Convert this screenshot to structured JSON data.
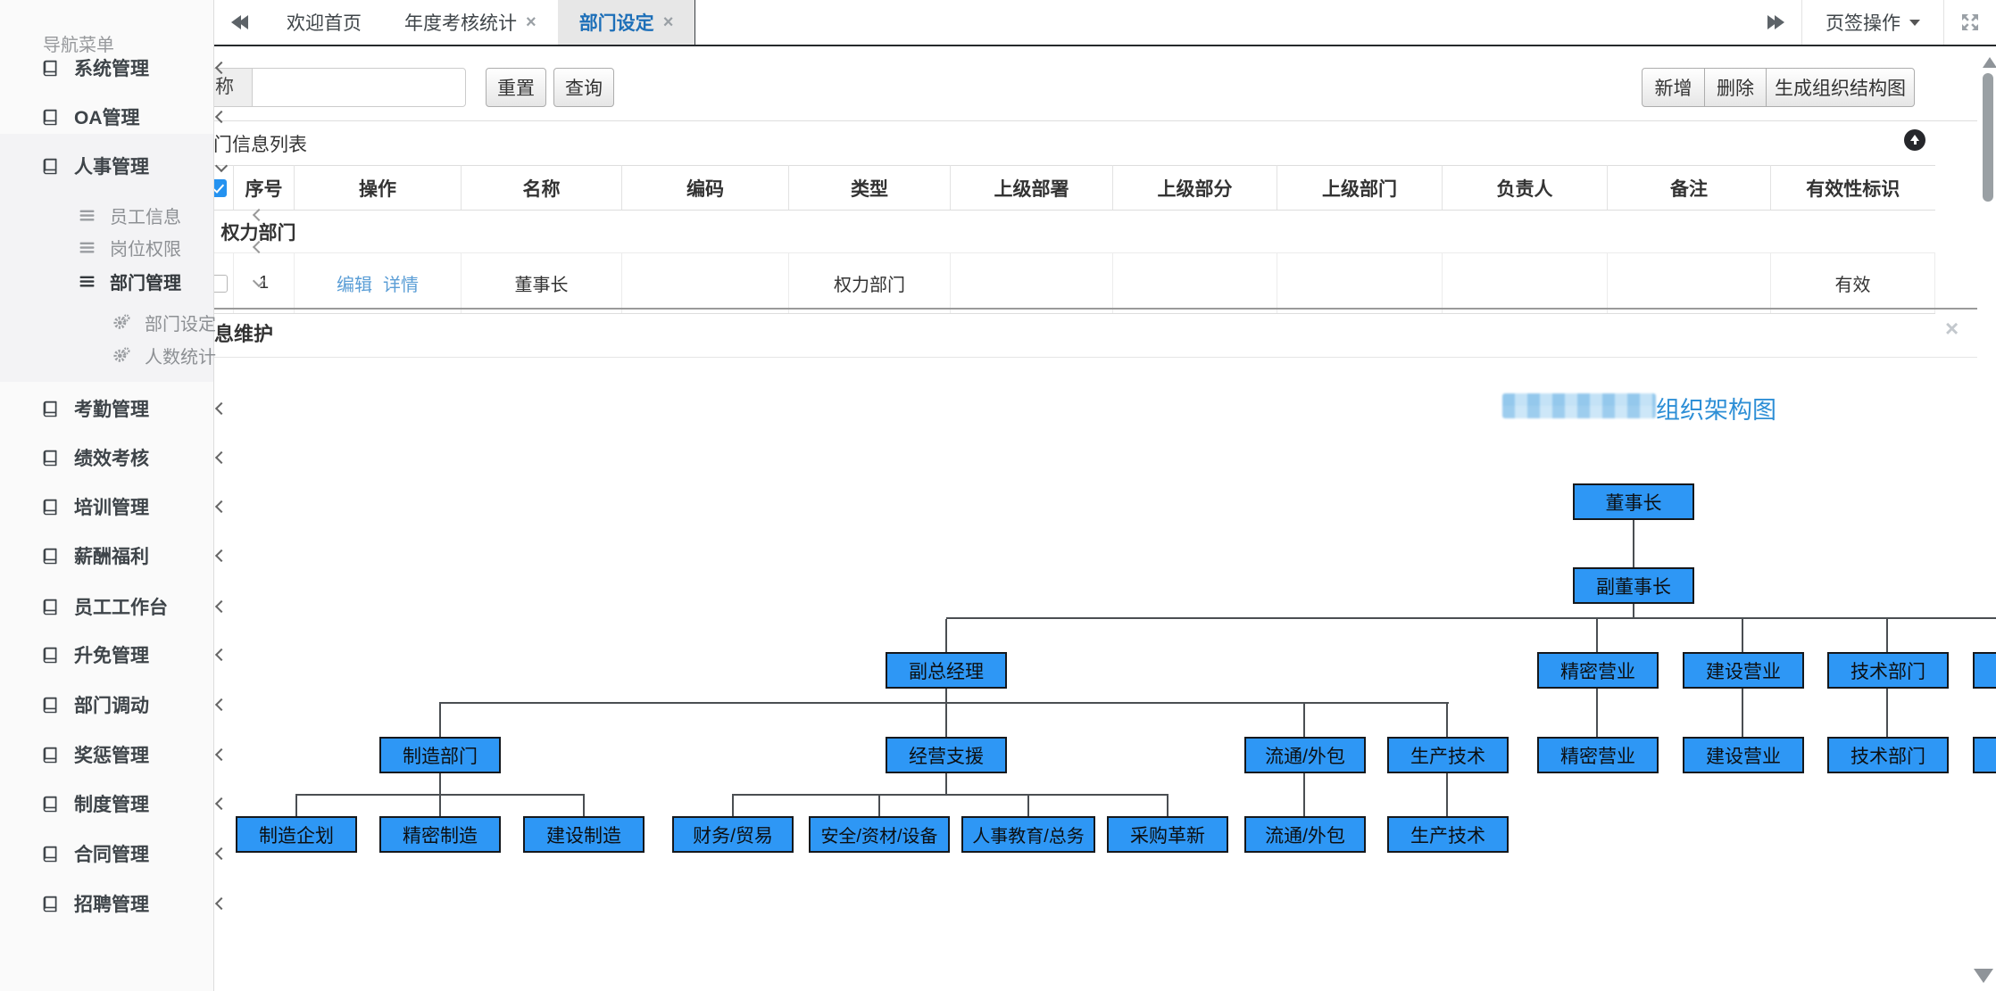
{
  "sidebar": {
    "header": "导航菜单",
    "items": [
      {
        "label": "系统管理"
      },
      {
        "label": "OA管理"
      },
      {
        "label": "人事管理"
      },
      {
        "label": "员工信息"
      },
      {
        "label": "岗位权限"
      },
      {
        "label": "部门管理"
      },
      {
        "label": "部门设定"
      },
      {
        "label": "人数统计"
      },
      {
        "label": "考勤管理"
      },
      {
        "label": "绩效考核"
      },
      {
        "label": "培训管理"
      },
      {
        "label": "薪酬福利"
      },
      {
        "label": "员工工作台"
      },
      {
        "label": "升免管理"
      },
      {
        "label": "部门调动"
      },
      {
        "label": "奖惩管理"
      },
      {
        "label": "制度管理"
      },
      {
        "label": "合同管理"
      },
      {
        "label": "招聘管理"
      }
    ]
  },
  "tab_bar": {
    "tabs": [
      {
        "label": "欢迎首页",
        "closable": false,
        "active": false
      },
      {
        "label": "年度考核统计",
        "closable": true,
        "active": false
      },
      {
        "label": "部门设定",
        "closable": true,
        "active": true
      }
    ],
    "close_glyph": "×",
    "menu_label": "页签操作"
  },
  "search": {
    "label": "名称",
    "value": "",
    "reset": "重置",
    "query": "查询"
  },
  "actions": {
    "add": "新增",
    "remove": "删除",
    "generate": "生成组织结构图"
  },
  "list_panel": {
    "title": "部门信息列表"
  },
  "table": {
    "headers": [
      "序号",
      "操作",
      "名称",
      "编码",
      "类型",
      "上级部署",
      "上级部分",
      "上级部门",
      "负责人",
      "备注",
      "有效性标识"
    ],
    "group_label": "权力部门",
    "row": {
      "seq": "1",
      "action_edit": "编辑",
      "action_detail": "详情",
      "name": "董事长",
      "code": "",
      "type": "权力部门",
      "sup_dept1": "",
      "sup_dept2": "",
      "sup_dept3": "",
      "owner": "",
      "remark": "",
      "valid": "有效"
    }
  },
  "maintain_panel": {
    "title": "部门信息维护",
    "close_glyph": "×"
  },
  "org_chart": {
    "title": "组织架构图",
    "levels": [
      [
        "董事长"
      ],
      [
        "副董事长"
      ],
      [
        "副总经理",
        "精密营业",
        "建设营业",
        "技术部门"
      ],
      [
        "制造部门",
        "经营支援",
        "流通/外包",
        "生产技术",
        "精密营业",
        "建设营业",
        "技术部门"
      ],
      [
        "制造企划",
        "精密制造",
        "建设制造",
        "财务/贸易",
        "安全/资材/设备",
        "人事教育/总务",
        "采购革新",
        "流通/外包",
        "生产技术"
      ]
    ],
    "colors": {
      "node_fill": "#2e97f5",
      "title_text": "#2e8fd6",
      "active_tab_text": "#1d6fb8",
      "link_text": "#5b9ed6"
    }
  }
}
